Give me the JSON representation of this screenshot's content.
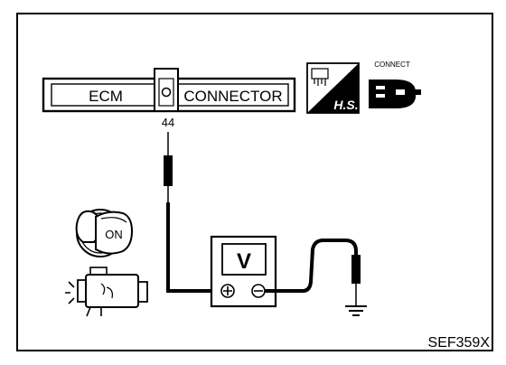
{
  "connector": {
    "left_label": "ECM",
    "right_label": "CONNECTOR",
    "terminal": "44"
  },
  "icons": {
    "harness_side_label": "H.S.",
    "connect_label": "CONNECT"
  },
  "ignition": {
    "key_label": "ON"
  },
  "meter": {
    "label": "V",
    "positive": "⊕",
    "negative": "⊖"
  },
  "figure_code": "SEF359X"
}
